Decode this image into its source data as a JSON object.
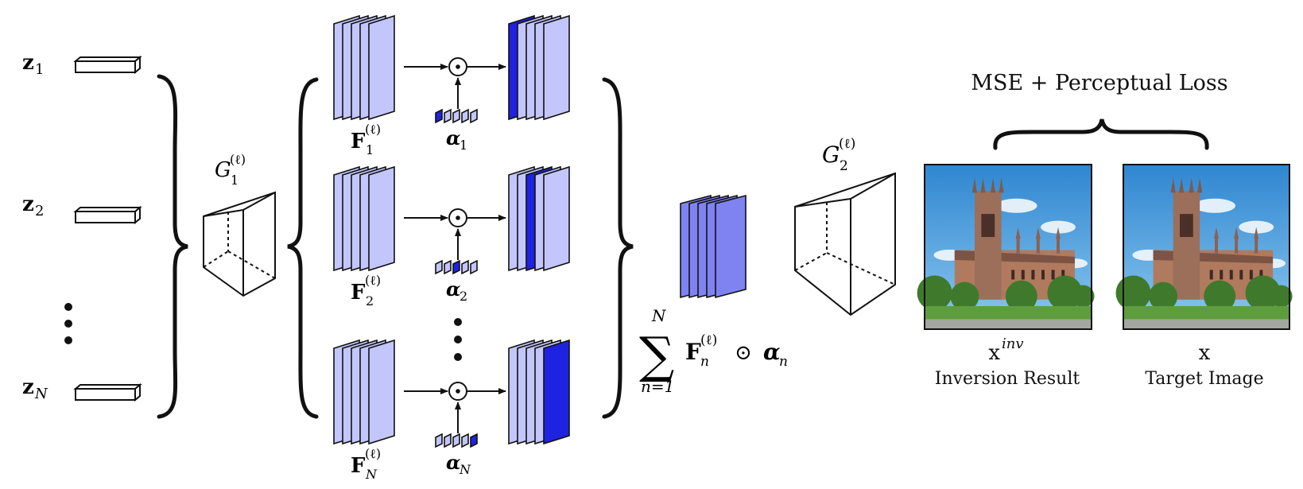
{
  "latents": [
    {
      "name": "z",
      "sub": "1"
    },
    {
      "name": "z",
      "sub": "2"
    },
    {
      "name": "z",
      "sub": "N"
    }
  ],
  "g1": {
    "name": "G",
    "sub": "1",
    "sup": "(ℓ)"
  },
  "g2": {
    "name": "G",
    "sub": "2",
    "sup": "(ℓ)"
  },
  "features": [
    {
      "name": "F",
      "sub": "1",
      "sup": "(ℓ)"
    },
    {
      "name": "F",
      "sub": "2",
      "sup": "(ℓ)"
    },
    {
      "name": "F",
      "sub": "N",
      "sup": "(ℓ)"
    }
  ],
  "alphas": [
    {
      "name": "α",
      "sub": "1"
    },
    {
      "name": "α",
      "sub": "2"
    },
    {
      "name": "α",
      "sub": "N"
    }
  ],
  "odot": "⊙",
  "sum": {
    "symbol": "∑",
    "upper": "N",
    "lower": "n=1",
    "feature": "F",
    "feature_sub": "n",
    "feature_sup": "(ℓ)",
    "alpha": "α",
    "alpha_sub": "n"
  },
  "loss": {
    "title": "MSE + Perceptual Loss"
  },
  "images": [
    {
      "var": "x",
      "sup": "inv",
      "caption": "Inversion Result"
    },
    {
      "var": "x",
      "sup": "",
      "caption": "Target Image"
    }
  ],
  "colors": {
    "light_blue": "#c3c6fb",
    "mid_blue": "#7f83f2",
    "dark_blue": "#1f22e0",
    "stroke": "#111111",
    "sky": "#3f9ee0",
    "stone": "#9b6f5a",
    "grass": "#5e9d3e"
  }
}
